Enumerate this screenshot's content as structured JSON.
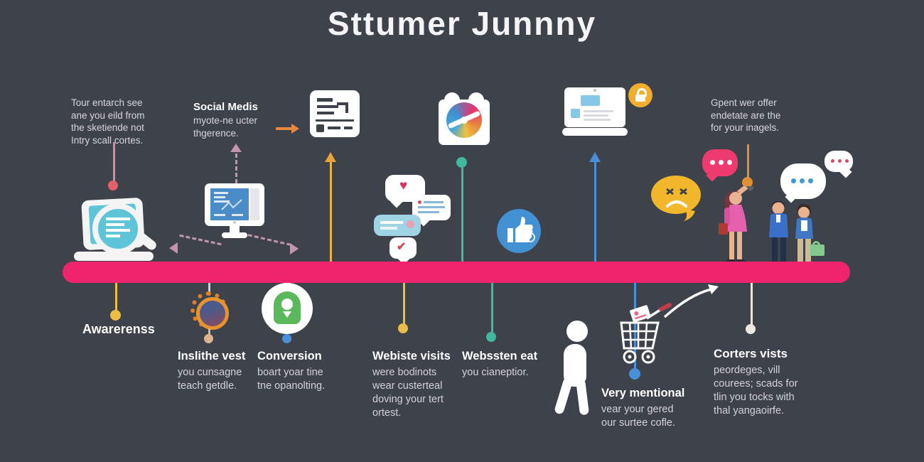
{
  "title": "Sttumer Junnny",
  "notes": {
    "left": {
      "text": "Tour entarch see\nane you  eild from\nthe sketiende not\nIntry scall cortes."
    },
    "social": {
      "heading": "Social Medis",
      "text": "myote-ne ucter\nthgerence."
    },
    "right": {
      "text": "Gpent wer offer\nendetate are the\nfor your inagels."
    }
  },
  "labels": {
    "awareness": "Awarerenss"
  },
  "cols": {
    "insight": {
      "heading": "Inslithe vest",
      "text": "you cunsagne\nteach getdle."
    },
    "conversion": {
      "heading": "Conversion",
      "text": "boart yoar tine\ntne opanolting."
    },
    "visits": {
      "heading": "Webiste visits",
      "text": "were bodinots\nwear custerteal\ndoving your tert\nortest."
    },
    "websten": {
      "heading": "Webssten eat",
      "text": "you cianeptior."
    },
    "mention": {
      "heading": "Very mentional",
      "text": "vear your gered\nour surtee cofle."
    },
    "corters": {
      "heading": "Corters vists",
      "text": "peordeges, vill\ncourees; scads for\ntlin you tocks with\nthal yangaoirfe."
    }
  },
  "icons": {
    "top_row": [
      "browser-window-icon",
      "email-icon",
      "laptop-icon",
      "lock-icon"
    ],
    "middle": [
      "search-laptop-icon",
      "monitor-icon",
      "chat-bubbles-icon",
      "thumbs-up-icon",
      "angry-bubble-icon",
      "typing-bubble-icons",
      "people-figures"
    ],
    "bottom": [
      "gear-avatar-icon",
      "person-avatar-icon",
      "walking-person-icon",
      "shopping-cart-icon",
      "curved-arrow-icon"
    ]
  },
  "colors": {
    "background": "#3e424b",
    "timeline_bar": "#f0246d",
    "yellow": "#e9b33f",
    "orange": "#e5893f",
    "teal": "#42b8a0",
    "blue": "#4a90d8",
    "mauve": "#c295ae",
    "cyan_screen": "#5ec4d8"
  }
}
